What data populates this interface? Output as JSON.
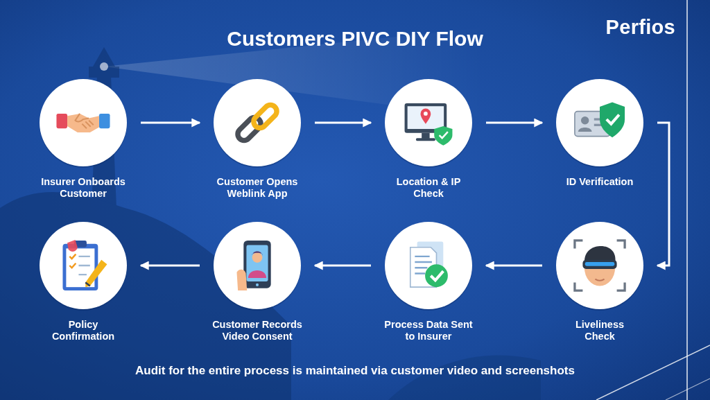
{
  "diagram": {
    "title": "Customers PIVC DIY Flow",
    "caption": "Audit for the entire process is maintained via customer video and screenshots",
    "nodes": [
      {
        "text": [
          "Insurer Onboards Customer"
        ]
      },
      {
        "text": [
          "Customer Opens Weblink App"
        ]
      },
      {
        "text": [
          "Location & IP Check"
        ]
      },
      {
        "text": [
          "ID Verification"
        ]
      },
      {
        "text": [
          "Liveliness Check"
        ]
      },
      {
        "text": [
          "Process Data Sent to Insurer"
        ]
      },
      {
        "text": [
          "Customer Records Video Consent"
        ]
      },
      {
        "text": [
          "Policy Confirmation"
        ]
      }
    ],
    "edges": [
      {
        "from": 0,
        "to": 1,
        "arrow": "to"
      },
      {
        "from": 1,
        "to": 2,
        "arrow": "to"
      },
      {
        "from": 2,
        "to": 3,
        "arrow": "to"
      },
      {
        "from": 3,
        "to": 4,
        "arrow": "to"
      },
      {
        "from": 4,
        "to": 5,
        "arrow": "to"
      },
      {
        "from": 5,
        "to": 6,
        "arrow": "to"
      },
      {
        "from": 6,
        "to": 7,
        "arrow": "to"
      }
    ],
    "labels": [
      "Perfios"
    ]
  }
}
